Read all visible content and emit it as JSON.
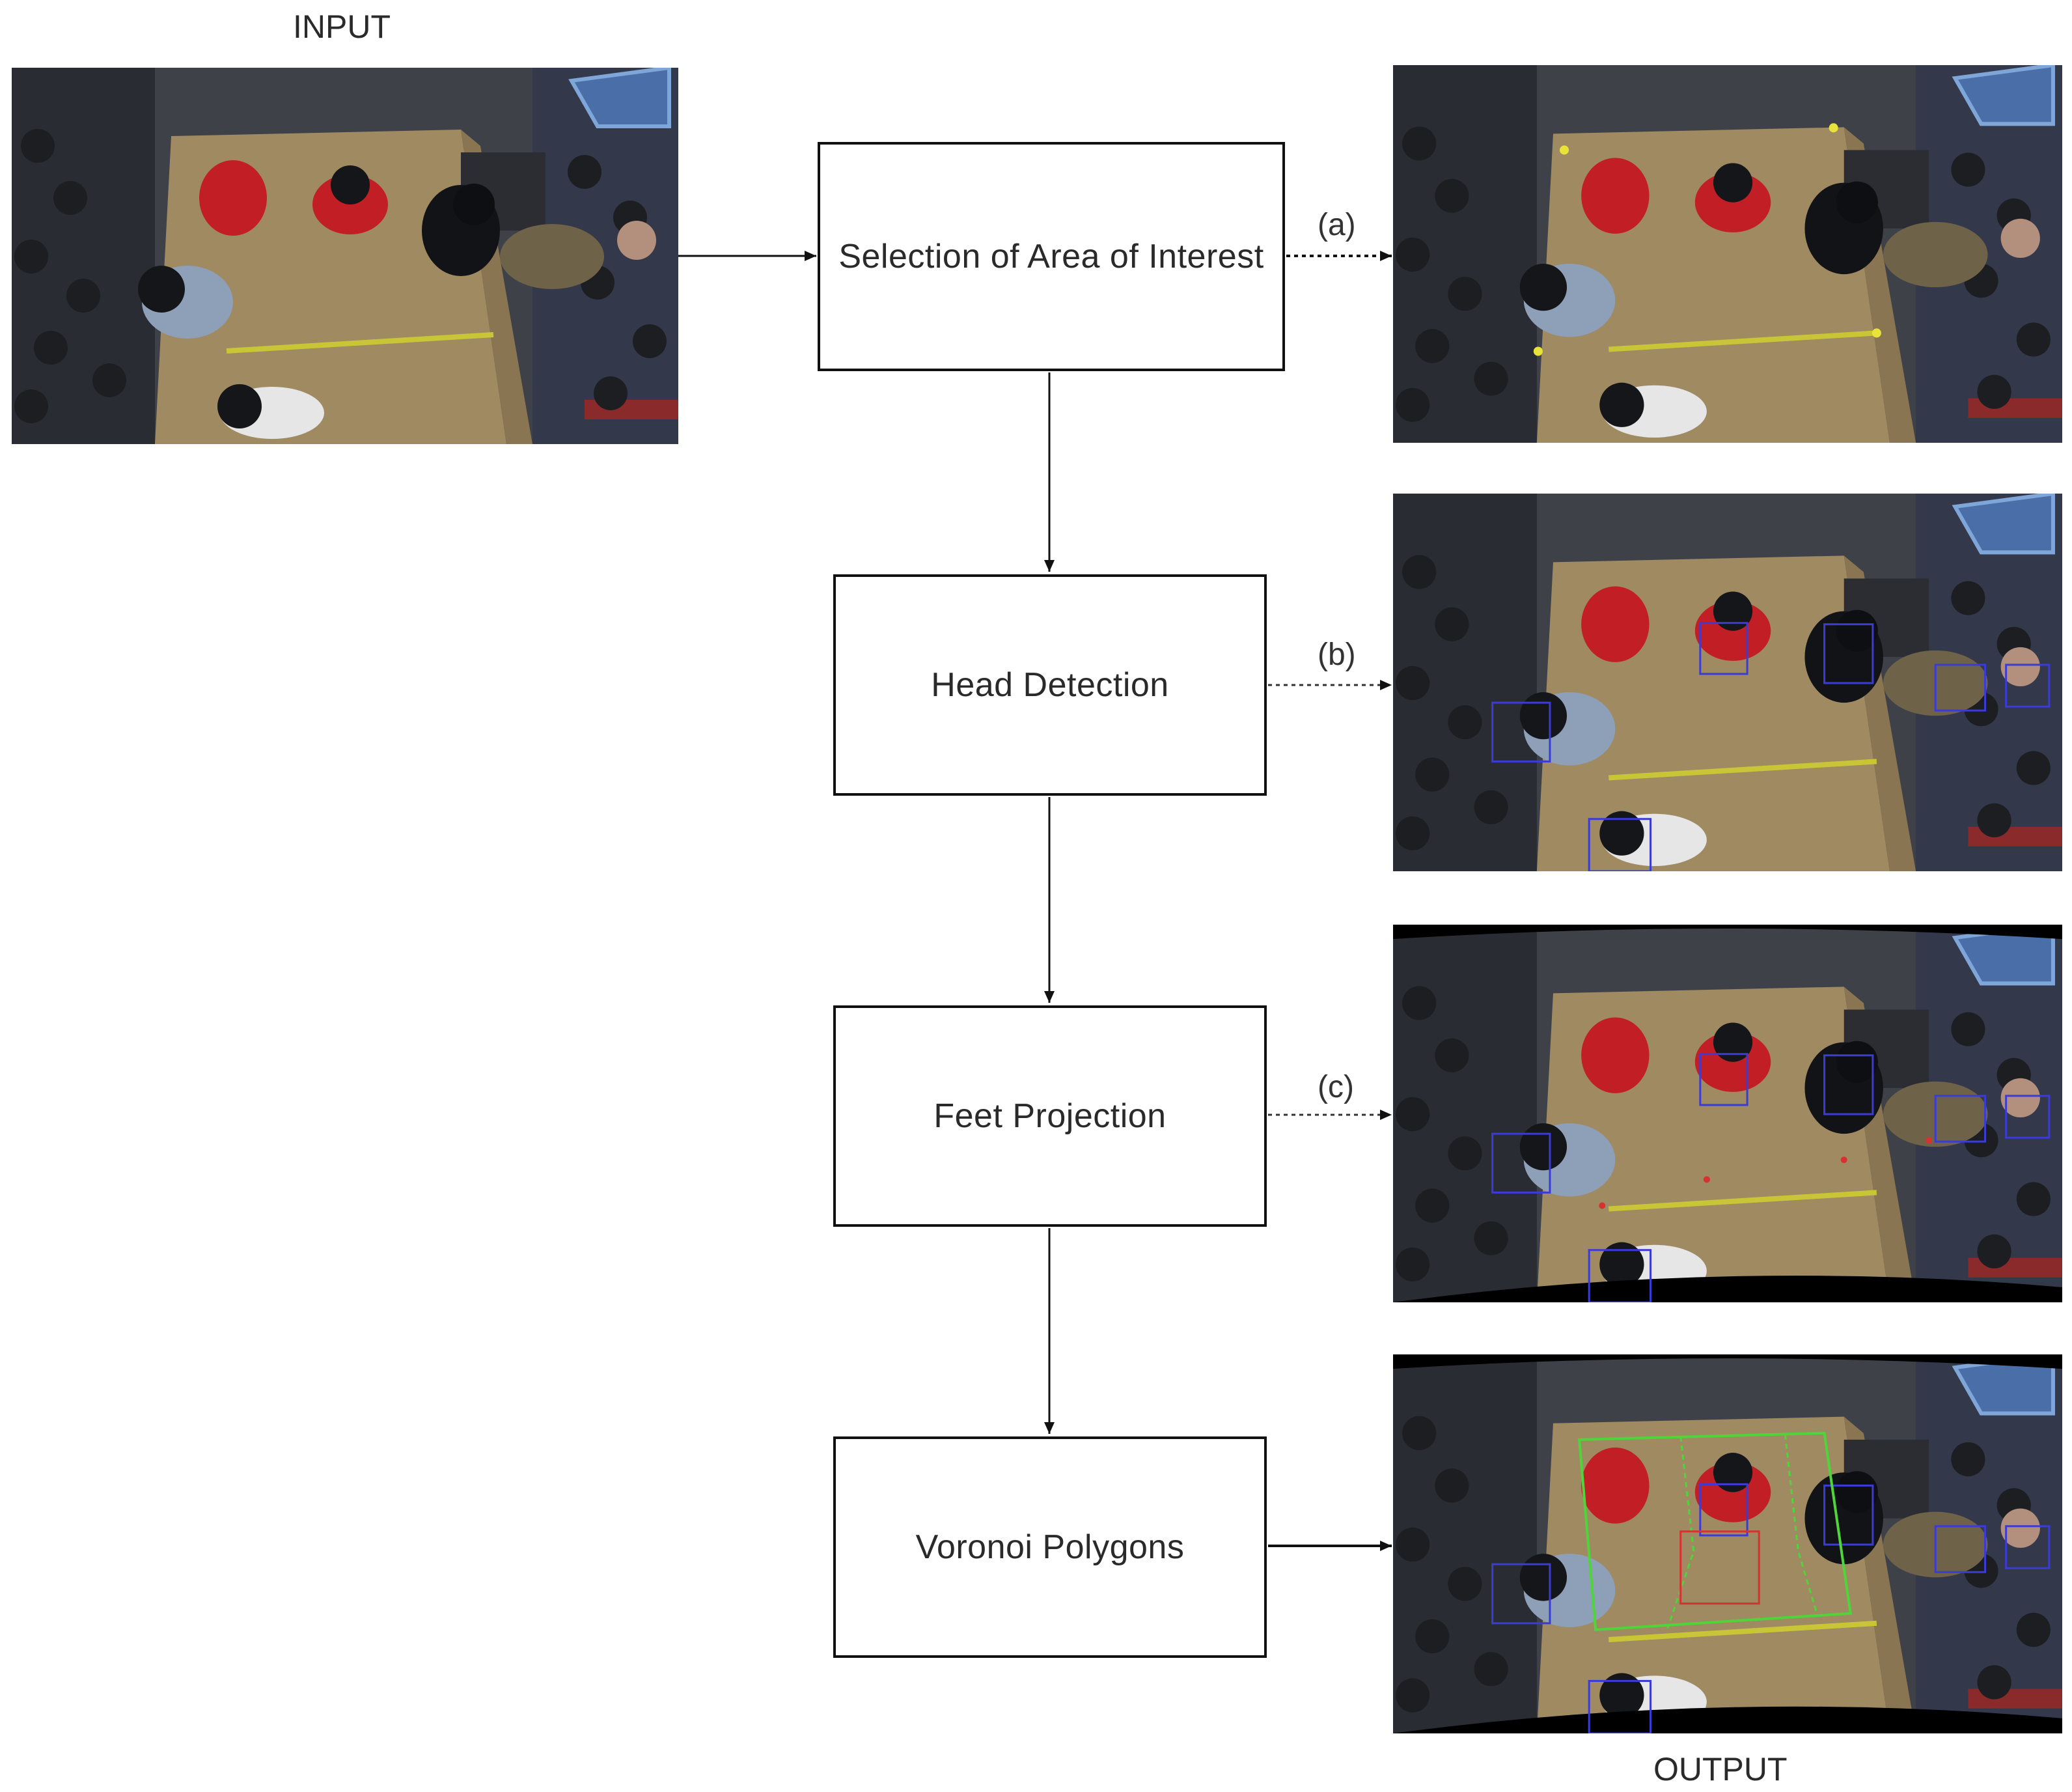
{
  "diagram": {
    "input_label": "INPUT",
    "output_label": "OUTPUT",
    "steps": [
      {
        "label": "Selection of Area of Interest",
        "output_tag": "(a)"
      },
      {
        "label": "Head Detection",
        "output_tag": "(b)"
      },
      {
        "label": "Feet Projection",
        "output_tag": "(c)"
      },
      {
        "label": "Voronoi Polygons",
        "output_tag": ""
      }
    ]
  },
  "colors": {
    "stroke": "#111111",
    "area_marker": "#e8e23a",
    "head_box": "#3b3bd6",
    "feet_marker": "#d93030",
    "voronoi_edge": "#4fd43a"
  }
}
